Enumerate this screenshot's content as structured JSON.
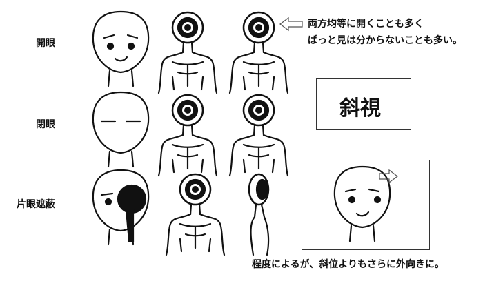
{
  "rows": [
    {
      "label": "開眼"
    },
    {
      "label": "閉眼"
    },
    {
      "label": "片眼遮蔽"
    }
  ],
  "note_top": [
    "両方均等に開くことも多く",
    "ぱっと見は分からないことも多い。"
  ],
  "strabismus_label": "斜視",
  "note_bottom": "程度によるが、斜位よりもさらに外向きに。",
  "colors": {
    "ink": "#111111",
    "border": "#333333"
  }
}
